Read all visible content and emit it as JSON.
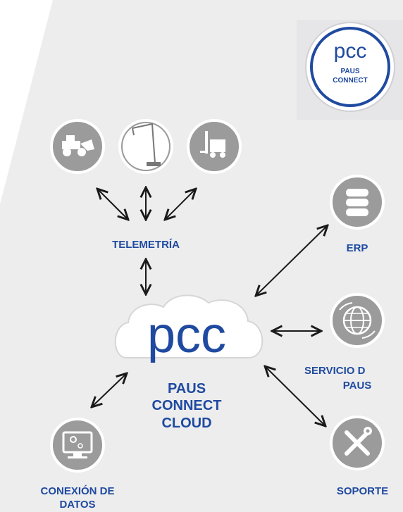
{
  "badge": {
    "logo_text": "pcc",
    "line1": "PAUS",
    "line2": "CONNECT"
  },
  "cloud": {
    "logo_text": "pcc",
    "line1": "PAUS",
    "line2": "CONNECT",
    "line3": "CLOUD"
  },
  "nodes": {
    "telemetria": {
      "label": "TELEMETRÍA",
      "icons": [
        "loader-vehicle-icon",
        "aerial-lift-crane-icon",
        "forklift-icon"
      ]
    },
    "erp": {
      "label": "ERP",
      "icon": "database-icon"
    },
    "servicio": {
      "label_line1": "SERVICIO D",
      "label_line2": "PAUS",
      "icon": "globe-icon"
    },
    "soporte": {
      "label": "SOPORTE",
      "icon": "tools-wrench-screwdriver-icon"
    },
    "conexion": {
      "label_line1": "CONEXIÓN DE",
      "label_line2": "DATOS",
      "icon": "computer-monitor-gear-icon"
    }
  },
  "colors": {
    "accent": "#1f4aa0",
    "icon_bg": "#9b9b9b",
    "panel_bg": "#ededee",
    "arrow": "#1a1a1a"
  }
}
